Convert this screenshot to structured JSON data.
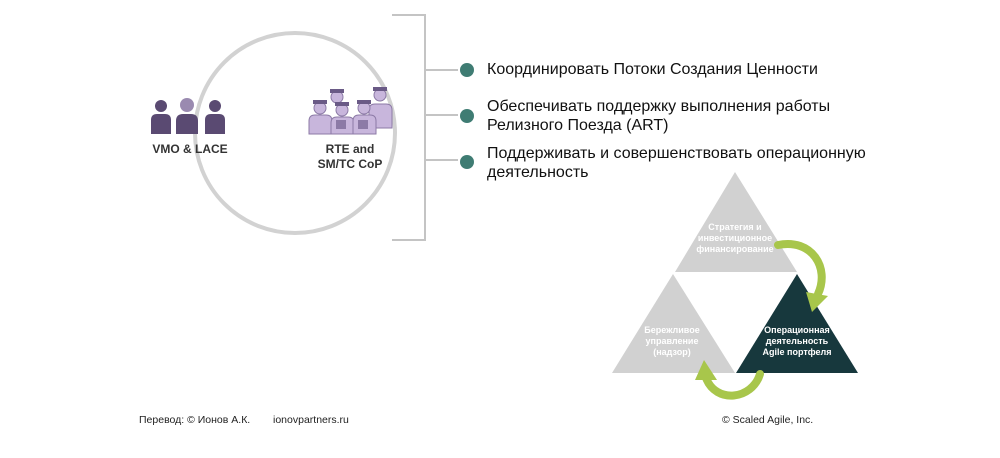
{
  "groups": [
    {
      "label": "VMO & LACE"
    },
    {
      "label": "RTE and\nSM/TC CoP"
    }
  ],
  "bullets": [
    {
      "text": "Координировать Потоки Создания Ценности"
    },
    {
      "text": "Обеспечивать поддержку выполнения работы\nРелизного Поезда (ART)"
    },
    {
      "text": "Поддерживать и совершенствовать операционную\nдеятельность"
    }
  ],
  "triangles": {
    "top": "Стратегия и\nинвестиционное\nфинансирование",
    "left": "Бережливое\nуправление\n(надзор)",
    "right": "Операционная\nдеятельность\nAgile портфеля"
  },
  "footer": {
    "translation": "Перевод: © Ионов А.К.",
    "site": "ionovpartners.ru",
    "copyright": "© Scaled Agile,  Inc."
  },
  "colors": {
    "bullet": "#3f7c73",
    "people_dark": "#5a4a72",
    "people_light": "#c8b6dc",
    "triangle_gray": "#d1d1d1",
    "triangle_dark": "#17383d",
    "arrow_green": "#a8c64b"
  },
  "icons": [
    "people-group-icon",
    "team-group-icon",
    "cycle-arrow-icon"
  ]
}
